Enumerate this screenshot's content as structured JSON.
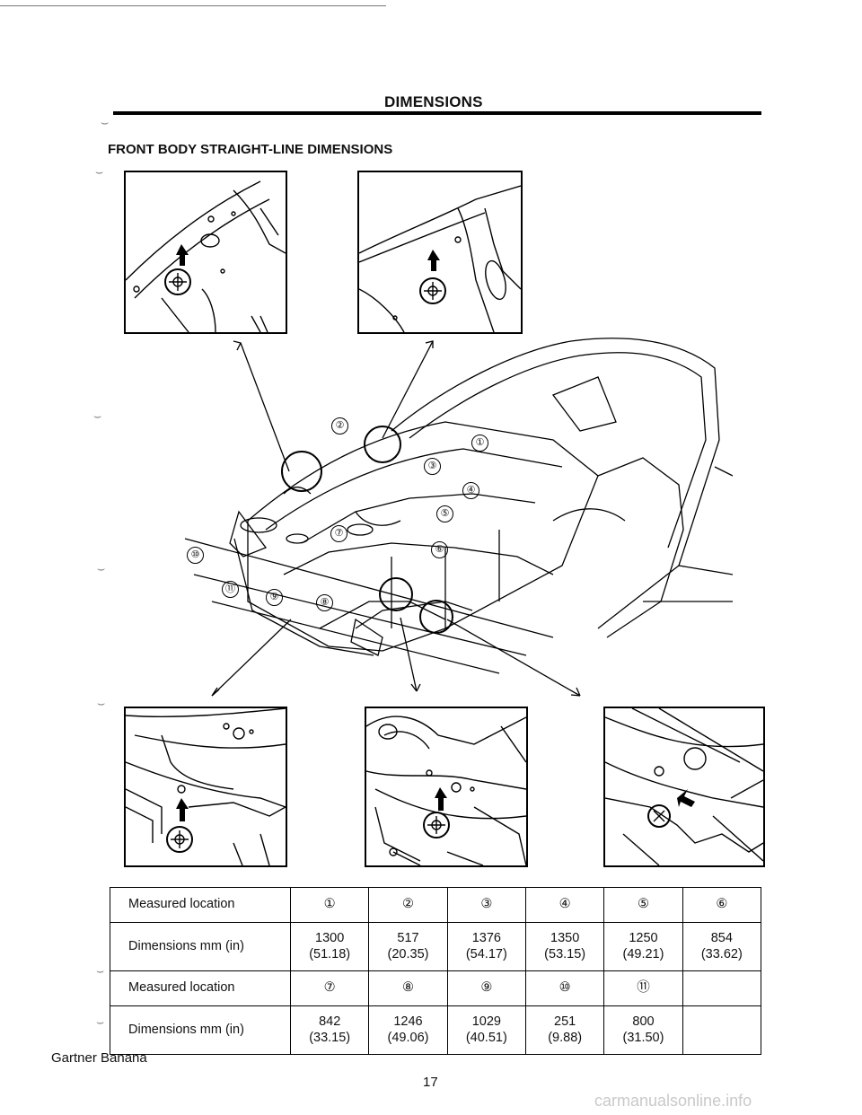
{
  "header": {
    "title": "DIMENSIONS"
  },
  "section": {
    "title": "FRONT BODY STRAIGHT-LINE DIMENSIONS"
  },
  "figure": {
    "callouts": [
      "①",
      "②",
      "③",
      "④",
      "⑤",
      "⑥",
      "⑦",
      "⑧",
      "⑨",
      "⑩",
      "⑪"
    ]
  },
  "table": {
    "rows": [
      {
        "label": "Measured location",
        "cells": [
          "①",
          "②",
          "③",
          "④",
          "⑤",
          "⑥"
        ]
      },
      {
        "label": "Dimensions    mm (in)",
        "cells": [
          {
            "mm": "1300",
            "in": "(51.18)"
          },
          {
            "mm": "517",
            "in": "(20.35)"
          },
          {
            "mm": "1376",
            "in": "(54.17)"
          },
          {
            "mm": "1350",
            "in": "(53.15)"
          },
          {
            "mm": "1250",
            "in": "(49.21)"
          },
          {
            "mm": "854",
            "in": "(33.62)"
          }
        ]
      },
      {
        "label": "Measured location",
        "cells": [
          "⑦",
          "⑧",
          "⑨",
          "⑩",
          "⑪",
          ""
        ]
      },
      {
        "label": "Dimensions    mm (in)",
        "cells": [
          {
            "mm": "842",
            "in": "(33.15)"
          },
          {
            "mm": "1246",
            "in": "(49.06)"
          },
          {
            "mm": "1029",
            "in": "(40.51)"
          },
          {
            "mm": "251",
            "in": "(9.88)"
          },
          {
            "mm": "800",
            "in": "(31.50)"
          },
          {
            "mm": "",
            "in": ""
          }
        ]
      }
    ]
  },
  "footer": {
    "left": "Gartner Banana",
    "page": "17",
    "watermark": "carmanualsonline.info"
  }
}
